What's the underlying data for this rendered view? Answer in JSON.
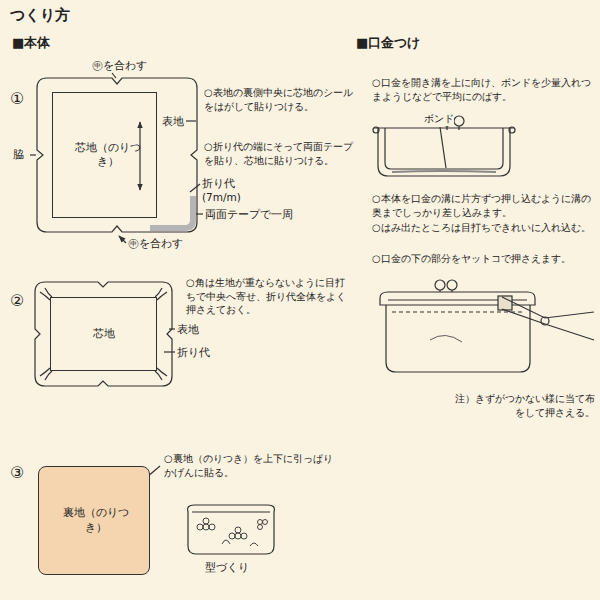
{
  "diagram": {
    "title": "つくり方",
    "nodes": [
      {
        "text": [
          "芯地（のりつき）"
        ]
      },
      {
        "text": [
          "芯地"
        ]
      },
      {
        "text": [
          "裏地（のりつき）"
        ]
      }
    ],
    "labels": [
      "■本体",
      "■口金つけ",
      "①",
      "㊥を合わす",
      "表地",
      "脇",
      "折り代 (7m/m)",
      "両面テープで一周",
      "㊥を合わす",
      "○表地の裏側中央に芯地のシールをはがして貼りつける。",
      "○折り代の端にそって両面テープを貼り、芯地に貼りつける。",
      "②",
      "表地",
      "折り代",
      "○角は生地が重ならないように目打ちで中央へ寄せ、折り代全体をよく押さえておく。",
      "③",
      "○裏地（のりつき）を上下に引っぱりかげんに貼る。",
      "型づくり",
      "○口金を開き溝を上に向け、ボンドを少量入れつまようじなどで平均にのばす。",
      "ボンド",
      "○本体を口金の溝に片方ずつ押し込むように溝の奥までしっかり差し込みます。",
      "○はみ出たところは目打ちできれいに入れ込む。",
      "○口金の下の部分をヤットコで押さえます。",
      "注）きずがつかない様に当て布をして押さえる。"
    ]
  }
}
